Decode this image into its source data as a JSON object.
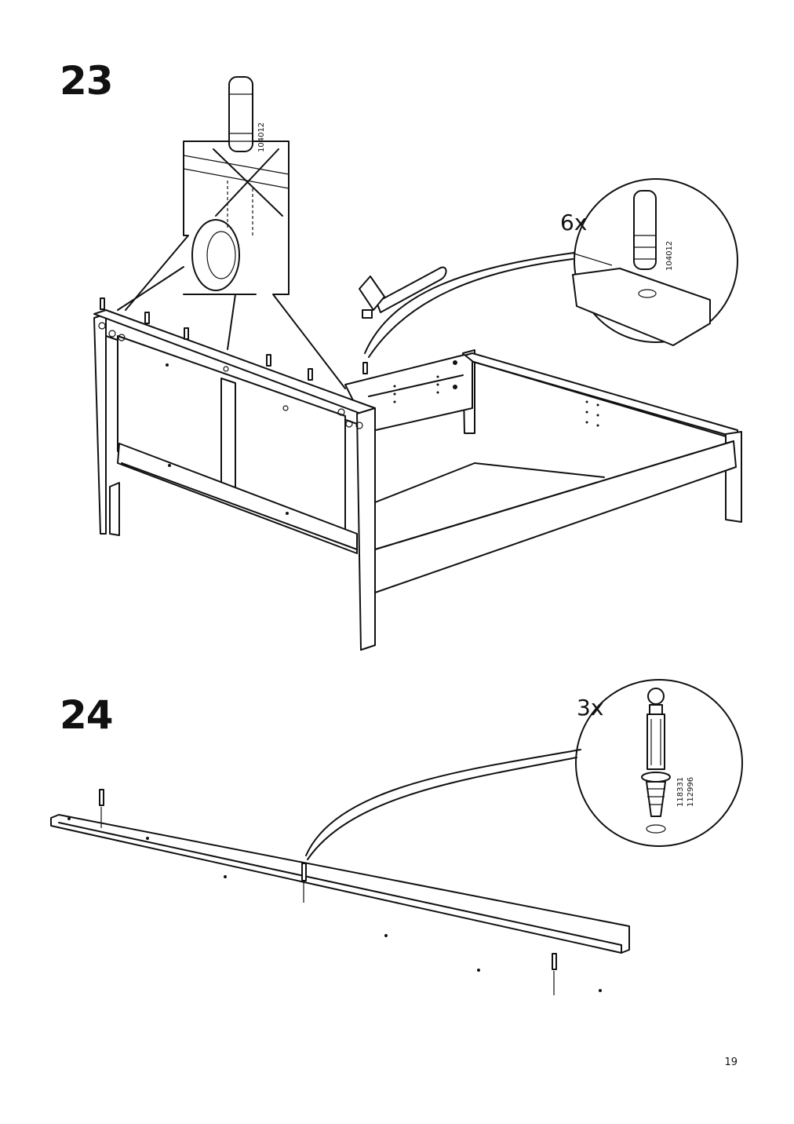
{
  "steps": [
    {
      "number": "23",
      "quantity": "6x",
      "part_numbers": [
        "104012"
      ]
    },
    {
      "number": "24",
      "quantity": "3x",
      "part_numbers": [
        "118331",
        "112996"
      ]
    }
  ],
  "page_number": "19"
}
